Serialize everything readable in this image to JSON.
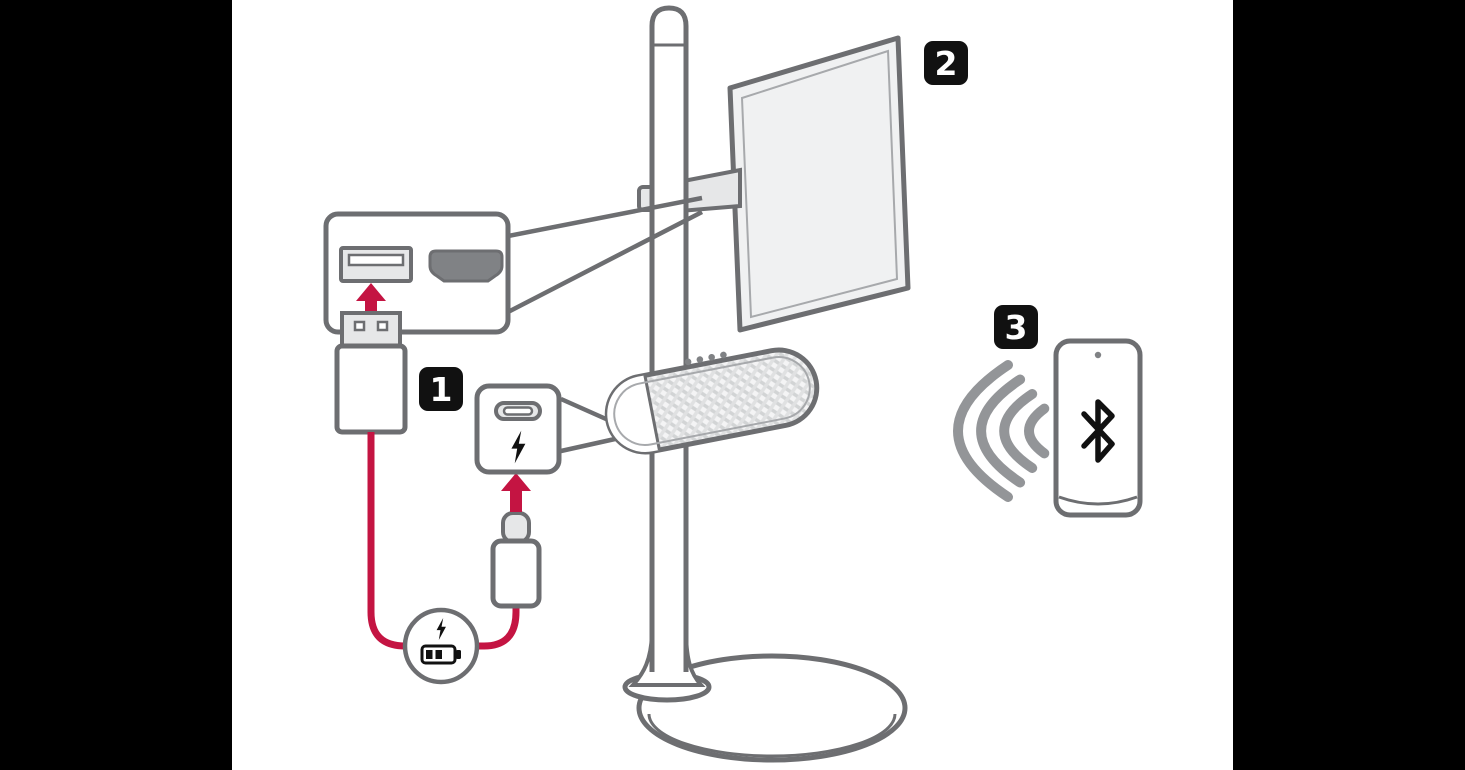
{
  "badges": {
    "step1": "1",
    "step2": "2",
    "step3": "3"
  },
  "colors": {
    "outline": "#6d6e71",
    "outline_soft": "#a7a9ac",
    "fill_light": "#e6e7e8",
    "screen_fill": "#f0f1f2",
    "port_dark": "#808285",
    "accent_red": "#c41442",
    "wave_gray": "#939598",
    "black": "#111111",
    "white": "#ffffff",
    "letterbox": "#000000"
  },
  "icons": {
    "usb_a_port": "usb-a-port-icon",
    "hdmi_port": "hdmi-port-icon",
    "usb_c_port": "usb-c-port-icon",
    "lightning_bolt": "lightning-bolt-icon",
    "battery_charging": "battery-charging-icon",
    "bluetooth": "bluetooth-icon",
    "wireless_waves": "wireless-waves-icon"
  }
}
